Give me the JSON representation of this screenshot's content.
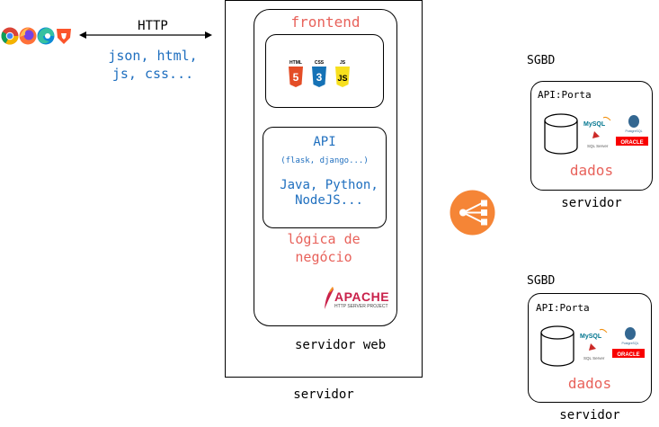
{
  "browsers": {
    "icons": [
      "chrome-icon",
      "firefox-icon",
      "edge-icon",
      "brave-icon"
    ]
  },
  "http": {
    "label": "HTTP",
    "content_line1": "json, html,",
    "content_line2": "js, css..."
  },
  "server": {
    "label": "servidor",
    "web_server_label": "servidor web",
    "frontend": {
      "title": "frontend",
      "badges": [
        "HTML",
        "CSS",
        "JS"
      ],
      "badge_numbers": [
        "5",
        "3",
        "JS"
      ],
      "badge_colors": [
        "#e44d26",
        "#1572b6",
        "#f7df1e"
      ]
    },
    "api": {
      "title": "API",
      "frameworks": "(flask, django...)",
      "languages_line1": "Java, Python,",
      "languages_line2": "NodeJS..."
    },
    "business_logic_line1": "lógica de",
    "business_logic_line2": "negócio",
    "apache": {
      "name": "APACHE",
      "subtitle": "HTTP SERVER PROJECT"
    }
  },
  "load_balancer": {
    "icon": "load-balancer-icon",
    "color": "#f58536"
  },
  "databases": [
    {
      "sgbd_label": "SGBD",
      "api_port": "API:Porta",
      "data_label": "dados",
      "server_label": "servidor",
      "logos": {
        "mysql": "MySQL",
        "postgres": "PostgreSQL",
        "sqlserver": "SQL Server",
        "oracle": "ORACLE"
      }
    },
    {
      "sgbd_label": "SGBD",
      "api_port": "API:Porta",
      "data_label": "dados",
      "server_label": "servidor",
      "logos": {
        "mysql": "MySQL",
        "postgres": "PostgreSQL",
        "sqlserver": "SQL Server",
        "oracle": "ORACLE"
      }
    }
  ]
}
